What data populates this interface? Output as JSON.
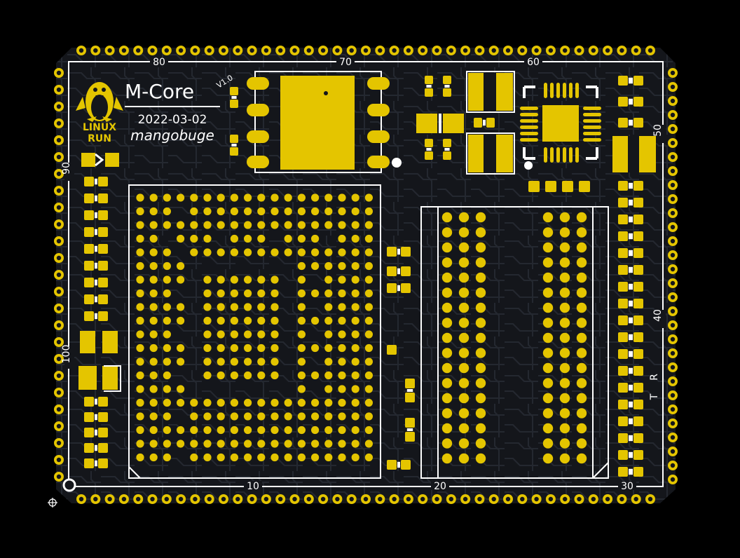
{
  "board": {
    "title": "M-Core",
    "version": "V1.0",
    "date": "2022-03-02",
    "author": "mangobuge",
    "logo_line1": "LINUX",
    "logo_line2": "RUN",
    "logo_icon": "tux-penguin-icon",
    "marker_t": "T",
    "marker_r": "R"
  },
  "pin_labels": {
    "top": [
      "80",
      "70",
      "60"
    ],
    "right": [
      "50",
      "40"
    ],
    "left": [
      "90",
      "100"
    ],
    "bottom": [
      "10",
      "20",
      "30"
    ]
  },
  "colors": {
    "background": "#000000",
    "board": "#14161b",
    "trace": "#262a32",
    "pad": "#e4c500",
    "pad_dark": "#a08800",
    "silkscreen": "#ffffff"
  }
}
